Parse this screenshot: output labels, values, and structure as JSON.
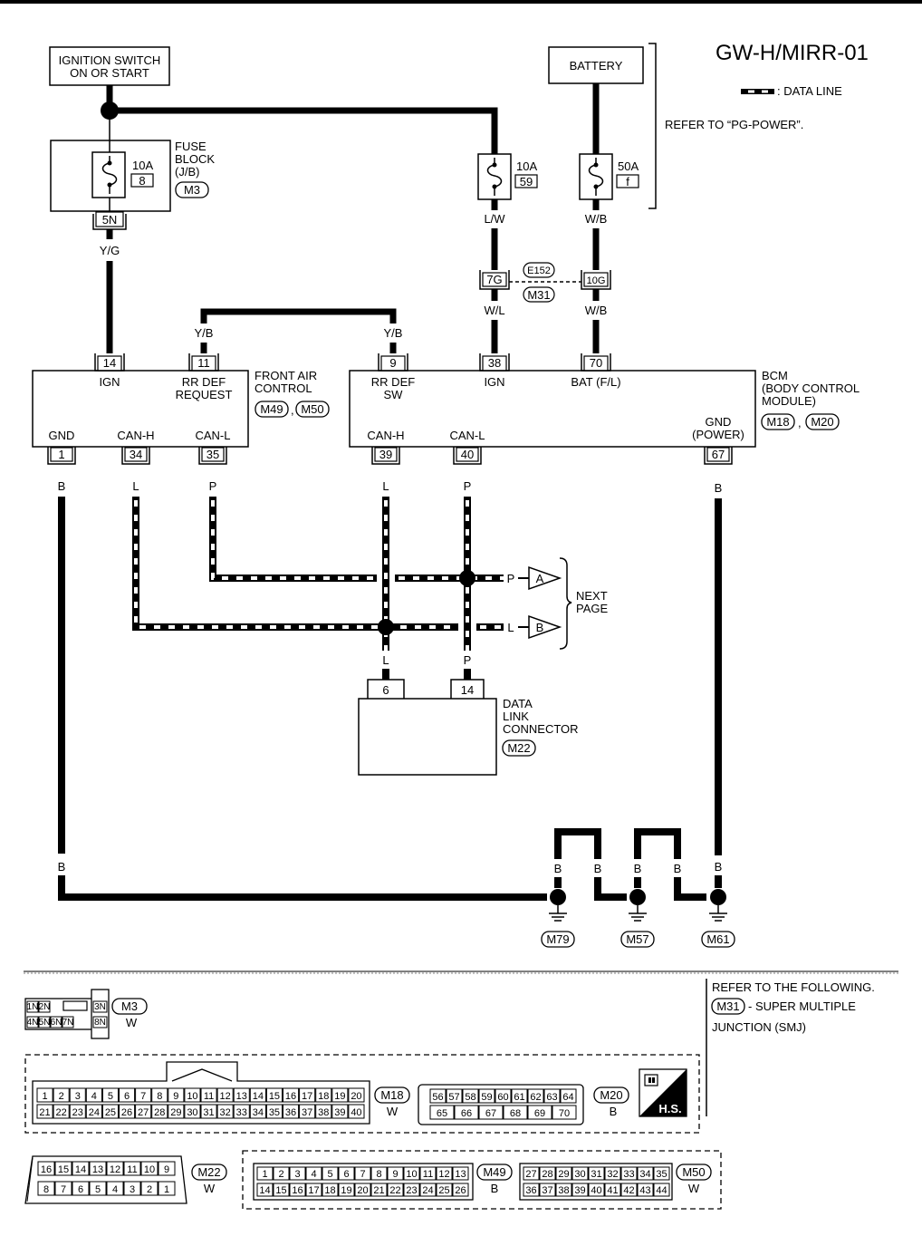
{
  "title": "GW-H/MIRR-01",
  "legend": {
    "data_line": ": DATA LINE"
  },
  "refer_power": "REFER TO “PG-POWER”.",
  "ignition": {
    "line1": "IGNITION SWITCH",
    "line2": "ON OR START"
  },
  "battery": "BATTERY",
  "fuse_block": {
    "line1": "FUSE",
    "line2": "BLOCK",
    "line3": "(J/B)",
    "conn": "M3",
    "fuse_a": "10A",
    "fuse_no": "8",
    "term": "5N"
  },
  "fuse2": {
    "amp": "10A",
    "no": "59"
  },
  "fuse3": {
    "amp": "50A",
    "no": "f"
  },
  "wires": {
    "yg": "Y/G",
    "lw": "L/W",
    "wb": "W/B",
    "wl": "W/L",
    "wb2": "W/B",
    "yb1": "Y/B",
    "yb2": "Y/B",
    "b": "B",
    "l": "L",
    "p": "P"
  },
  "smj": {
    "e152": "E152",
    "m31": "M31",
    "t7g": "7G",
    "t10g": "10G"
  },
  "front_air": {
    "name1": "FRONT AIR",
    "name2": "CONTROL",
    "conn1": "M49",
    "conn2": "M50",
    "comma": ",",
    "ign_pin": "14",
    "ign": "IGN",
    "rr_pin": "11",
    "rr1": "RR DEF",
    "rr2": "REQUEST",
    "gnd_pin": "1",
    "gnd": "GND",
    "canh_pin": "34",
    "canh": "CAN-H",
    "canl_pin": "35",
    "canl": "CAN-L"
  },
  "bcm": {
    "name1": "BCM",
    "name2": "(BODY CONTROL",
    "name3": "MODULE)",
    "conn1": "M18",
    "conn2": "M20",
    "comma": ",",
    "rr_pin": "9",
    "rr1": "RR DEF",
    "rr2": "SW",
    "ign_pin": "38",
    "ign": "IGN",
    "bat_pin": "70",
    "bat": "BAT (F/L)",
    "canh_pin": "39",
    "canh": "CAN-H",
    "canl_pin": "40",
    "canl": "CAN-L",
    "gnd_pin": "67",
    "gnd1": "GND",
    "gnd2": "(POWER)"
  },
  "next_page": {
    "line1": "NEXT",
    "line2": "PAGE",
    "a": "A",
    "b": "B"
  },
  "dlc": {
    "line1": "DATA",
    "line2": "LINK",
    "line3": "CONNECTOR",
    "conn": "M22",
    "pin6": "6",
    "pin14": "14"
  },
  "grounds": {
    "g1": "M79",
    "g2": "M57",
    "g3": "M61"
  },
  "refer_following": {
    "line1": "REFER TO THE FOLLOWING.",
    "conn": "M31",
    "line2": "- SUPER MULTIPLE",
    "line3": "JUNCTION (SMJ)"
  },
  "connectors": {
    "m3": {
      "label": "M3",
      "color": "W",
      "top": [
        "1N",
        "2N",
        "",
        "3N"
      ],
      "bottom": [
        "4N",
        "5N",
        "6N",
        "7N",
        "8N"
      ]
    },
    "m18": {
      "label": "M18",
      "color": "W"
    },
    "m20": {
      "label": "M20",
      "color": "B"
    },
    "m22": {
      "label": "M22",
      "color": "W",
      "top": [
        "16",
        "15",
        "14",
        "13",
        "12",
        "11",
        "10",
        "9"
      ],
      "bottom": [
        "8",
        "7",
        "6",
        "5",
        "4",
        "3",
        "2",
        "1"
      ]
    },
    "m49": {
      "label": "M49",
      "color": "B"
    },
    "m50": {
      "label": "M50",
      "color": "W"
    },
    "hs": "H.S."
  }
}
